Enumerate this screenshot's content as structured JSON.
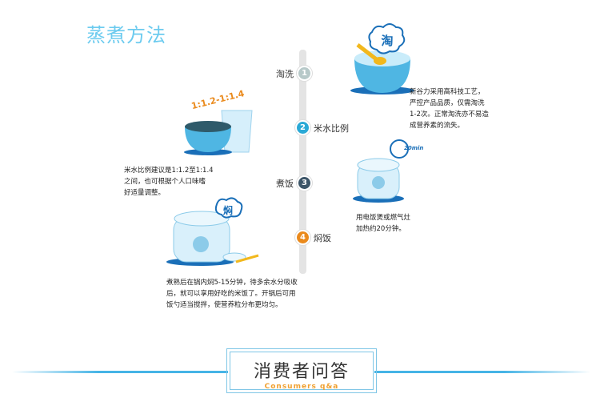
{
  "title": "蒸煮方法",
  "steps": [
    {
      "num": "1",
      "label": "淘洗",
      "color": "#b7c9c9",
      "desc": [
        "新谷力采用高科技工艺，",
        "严控产品品质，仅需淘洗",
        "1-2次。正常淘洗亦不易造",
        "成营养素的流失。"
      ],
      "badge": "淘"
    },
    {
      "num": "2",
      "label": "米水比例",
      "color": "#2aa9d6",
      "desc": [
        "米水比例建议是1:1.2至1:1.4",
        "之间，也可根据个人口味嗜",
        "好适量调整。"
      ],
      "ratio": "1:1.2-1:1.4"
    },
    {
      "num": "3",
      "label": "煮饭",
      "color": "#3c5568",
      "desc": [
        "用电饭煲或燃气灶",
        "加热约20分钟。"
      ],
      "timer": "20min"
    },
    {
      "num": "4",
      "label": "焖饭",
      "color": "#ea8a1c",
      "desc": [
        "煮熟后在锅内焖5-15分钟，待多余水分吸收",
        "后，就可以享用好吃的米饭了。开锅后可用",
        "饭勺适当搅拌，使营养粒分布更均匀。"
      ],
      "badge": "焖"
    }
  ],
  "section": {
    "title": "消费者问答",
    "subtitle": "Consumers q&a"
  }
}
